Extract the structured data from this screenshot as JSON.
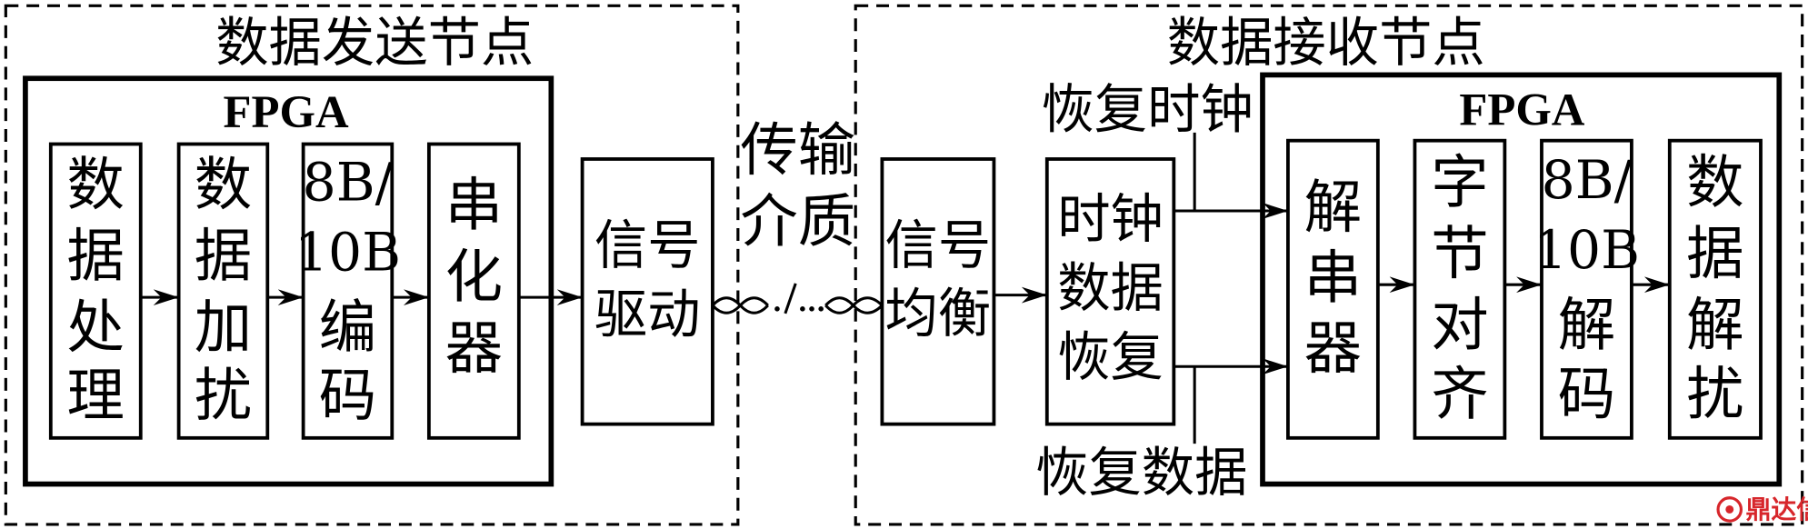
{
  "sender": {
    "title": "数据发送节点",
    "fpga_label": "FPGA",
    "blocks": [
      {
        "lines": [
          "数",
          "据",
          "处",
          "理"
        ]
      },
      {
        "lines": [
          "数",
          "据",
          "加",
          "扰"
        ]
      },
      {
        "lines": [
          "8B/",
          "10B",
          "编",
          "码"
        ]
      },
      {
        "lines": [
          "串",
          "化",
          "器"
        ]
      }
    ],
    "driver": {
      "lines": [
        "信号",
        "驱动"
      ]
    }
  },
  "medium": {
    "lines": [
      "传输",
      "介质"
    ]
  },
  "receiver": {
    "title": "数据接收节点",
    "equalizer": {
      "lines": [
        "信号",
        "均衡"
      ]
    },
    "cdr": {
      "lines": [
        "时钟",
        "数据",
        "恢复"
      ]
    },
    "recovered_clock_label": "恢复时钟",
    "recovered_data_label": "恢复数据",
    "fpga_label": "FPGA",
    "blocks": [
      {
        "lines": [
          "解",
          "串",
          "器"
        ]
      },
      {
        "lines": [
          "字",
          "节",
          "对",
          "齐"
        ]
      },
      {
        "lines": [
          "8B/",
          "10B",
          "解",
          "码"
        ]
      },
      {
        "lines": [
          "数",
          "据",
          "解",
          "扰"
        ]
      }
    ]
  },
  "watermark": "鼎达信",
  "colors": {
    "stroke": "#000000",
    "background": "#ffffff",
    "watermark": "#d7262b"
  }
}
